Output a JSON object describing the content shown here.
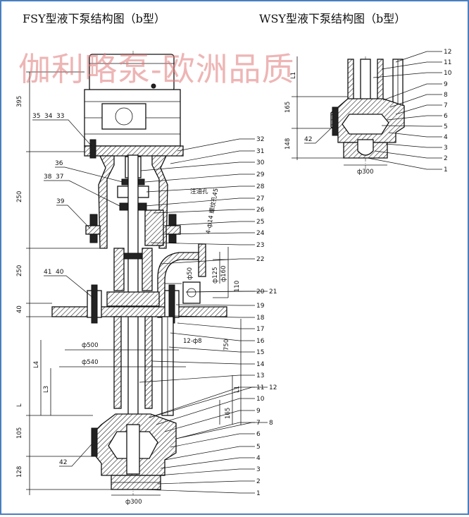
{
  "titles": {
    "left": "FSY型液下泵结构图（b型）",
    "right": "WSY型液下泵结构图（b型）"
  },
  "watermark": "伽利略泵-欧洲品质",
  "left_dimensions": {
    "d395": "395",
    "d250a": "250",
    "d250b": "250",
    "d40": "40",
    "d105": "105",
    "d128": "128",
    "dL": "L",
    "dL1": "L1",
    "dL3": "L3",
    "dL4": "L4",
    "d500": "ф500",
    "d540": "ф540",
    "d300": "ф300",
    "d50": "ф50",
    "d125": "ф125",
    "d160": "ф160",
    "d110": "110",
    "d750": "750",
    "d165": "165",
    "holes": "12-ф8",
    "oil": "注油孔",
    "thread": "4-ф14 螺纹孔45"
  },
  "right_dimensions": {
    "dL1": "L1",
    "d165": "165",
    "d148": "148",
    "d300": "ф300"
  },
  "left_callouts_left": {
    "n35": "35",
    "n34": "34",
    "n33": "33",
    "n36": "36",
    "n38": "38",
    "n37": "37",
    "n39": "39",
    "n41": "41",
    "n40": "40",
    "n42": "42"
  },
  "left_callouts_right": [
    "32",
    "31",
    "30",
    "29",
    "28",
    "27",
    "26",
    "25",
    "24",
    "23",
    "22",
    "20",
    "21",
    "19",
    "18",
    "17",
    "16",
    "15",
    "14",
    "13",
    "11",
    "12",
    "10",
    "9",
    "7",
    "8",
    "6",
    "5",
    "4",
    "3",
    "2",
    "1"
  ],
  "right_callouts": [
    "12",
    "11",
    "10",
    "9",
    "8",
    "7",
    "6",
    "5",
    "4",
    "3",
    "2",
    "1"
  ],
  "right_callout_left": "42"
}
